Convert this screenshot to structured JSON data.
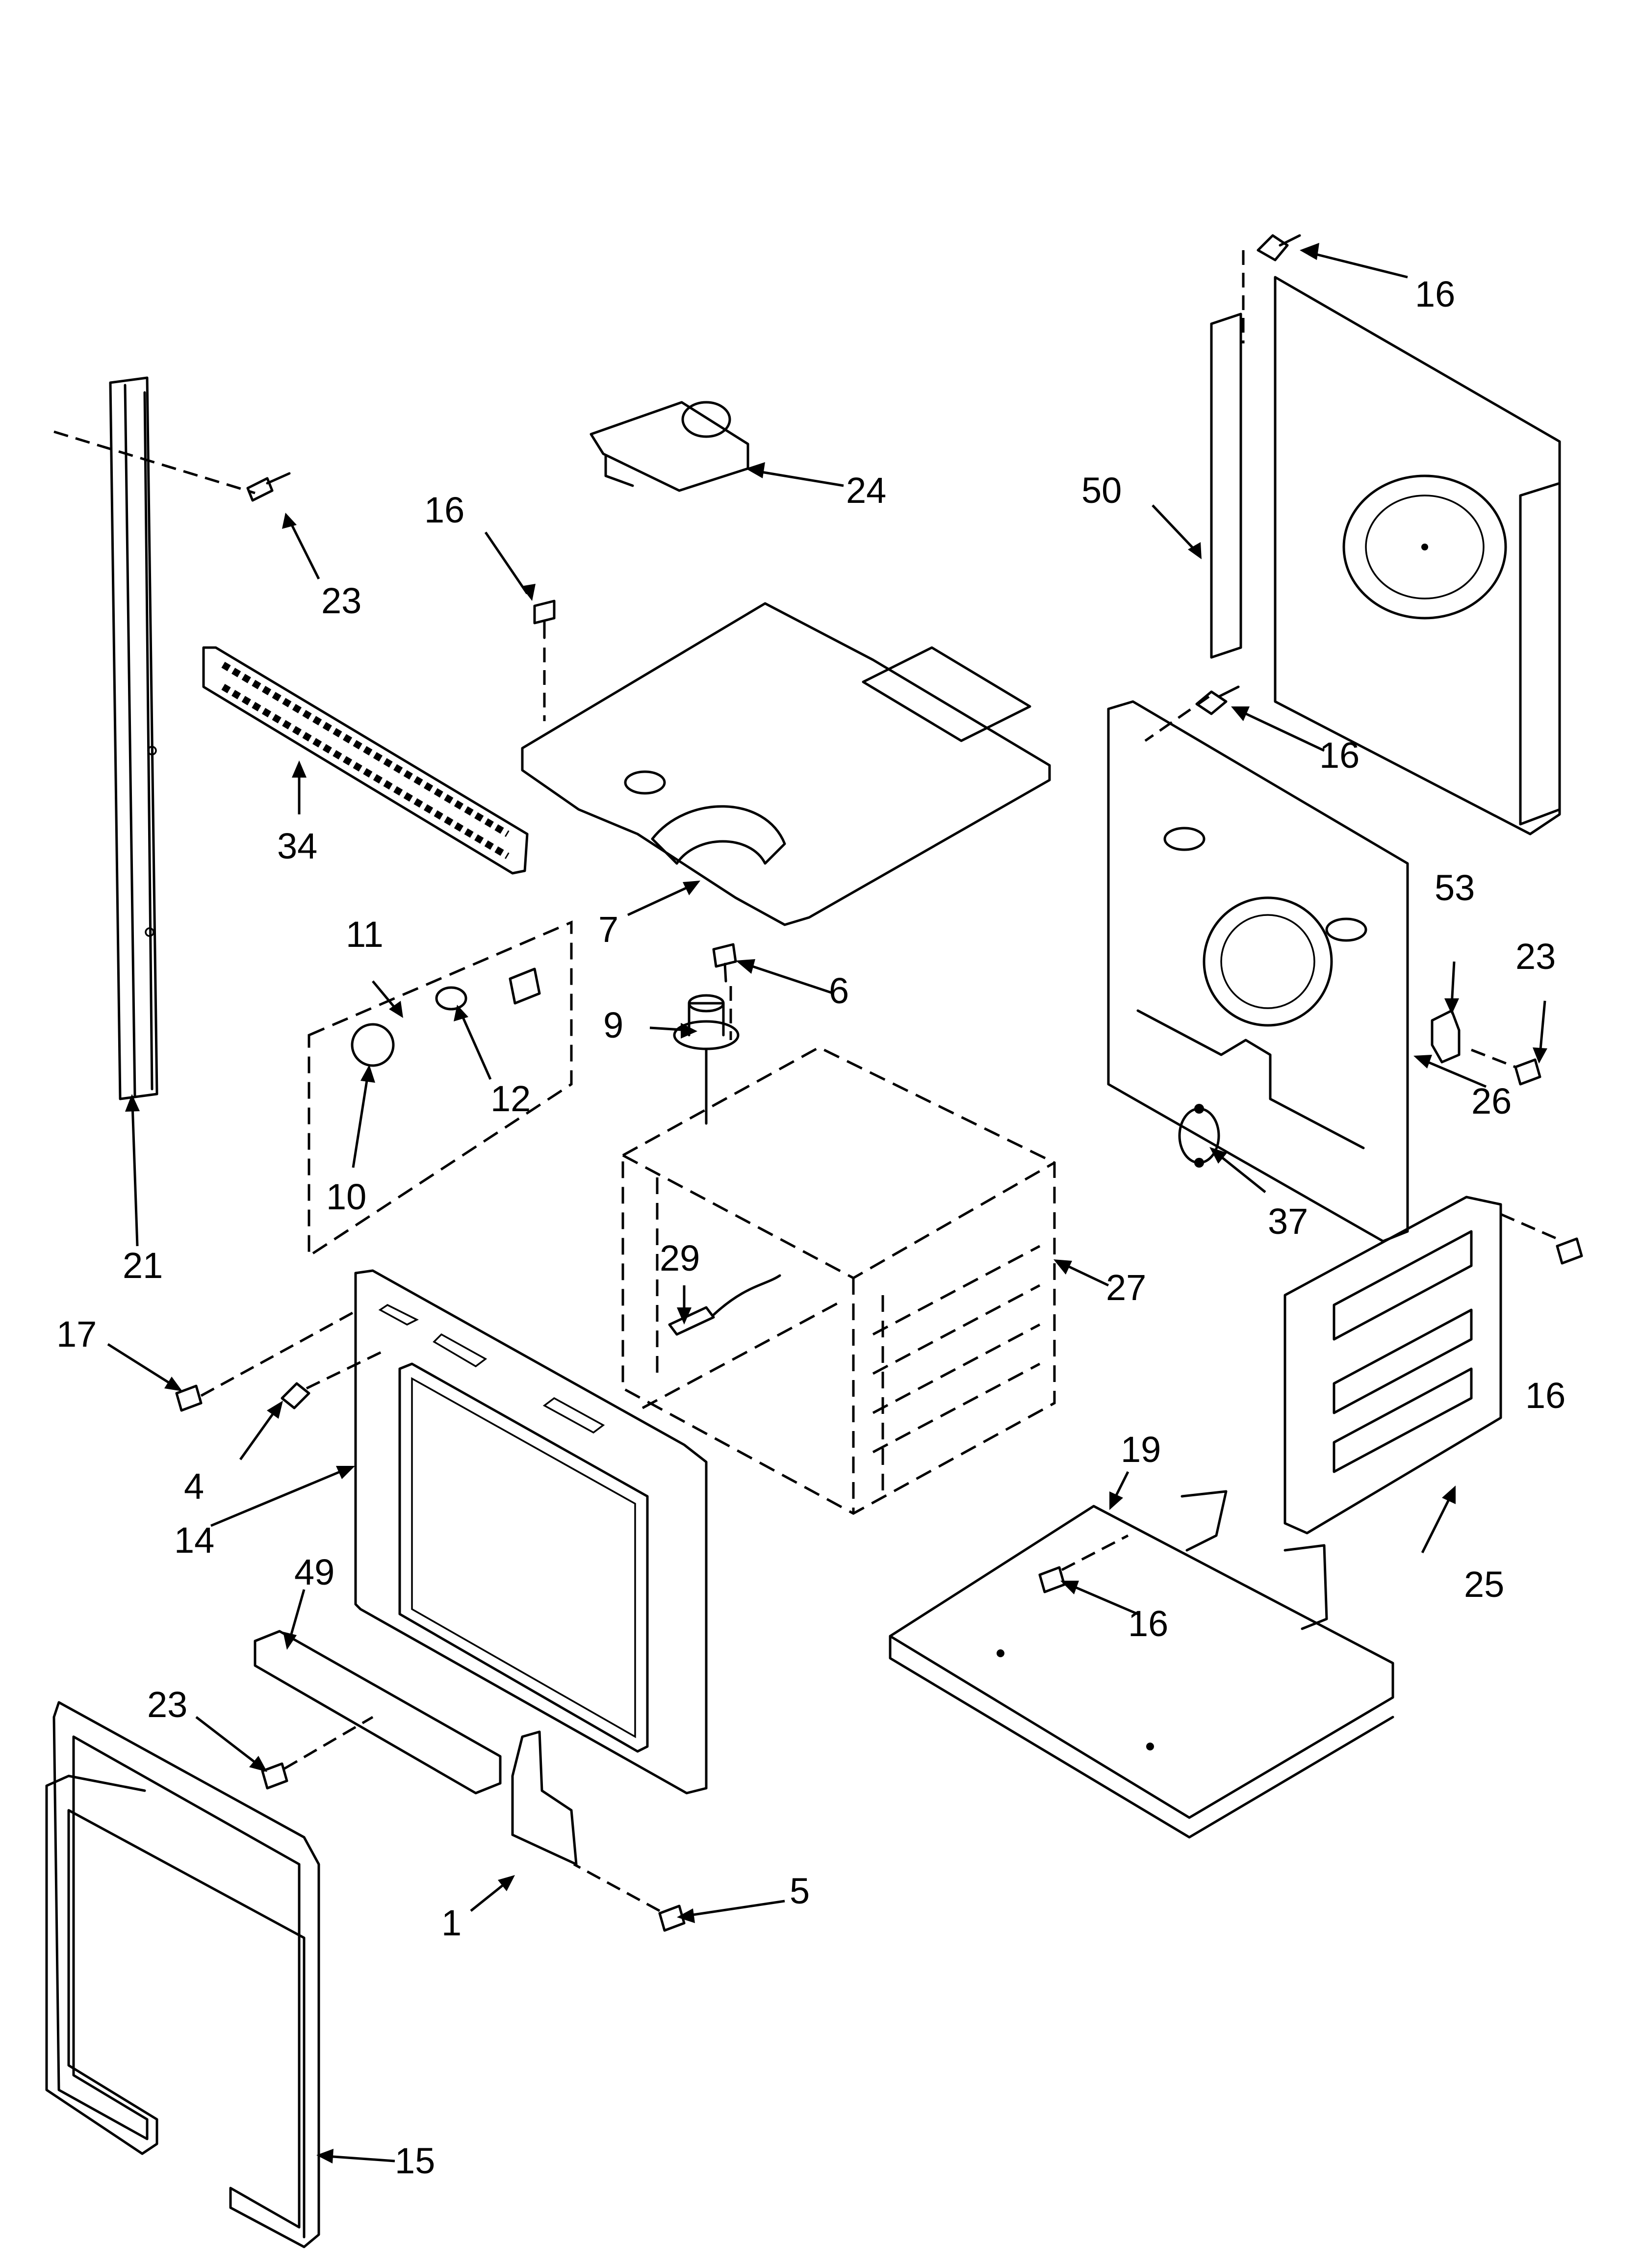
{
  "callouts": {
    "c1": "1",
    "c4": "4",
    "c5": "5",
    "c6": "6",
    "c7": "7",
    "c9": "9",
    "c10": "10",
    "c11": "11",
    "c12": "12",
    "c14": "14",
    "c15": "15",
    "c16_top": "16",
    "c16_upper_right": "16",
    "c16_center": "16",
    "c16_right": "16",
    "c16_bottom": "16",
    "c17": "17",
    "c19": "19",
    "c21": "21",
    "c23_top": "23",
    "c23_right": "23",
    "c23_bottom": "23",
    "c24": "24",
    "c25": "25",
    "c26": "26",
    "c27": "27",
    "c29": "29",
    "c34": "34",
    "c37": "37",
    "c49": "49",
    "c50": "50",
    "c53": "53"
  }
}
